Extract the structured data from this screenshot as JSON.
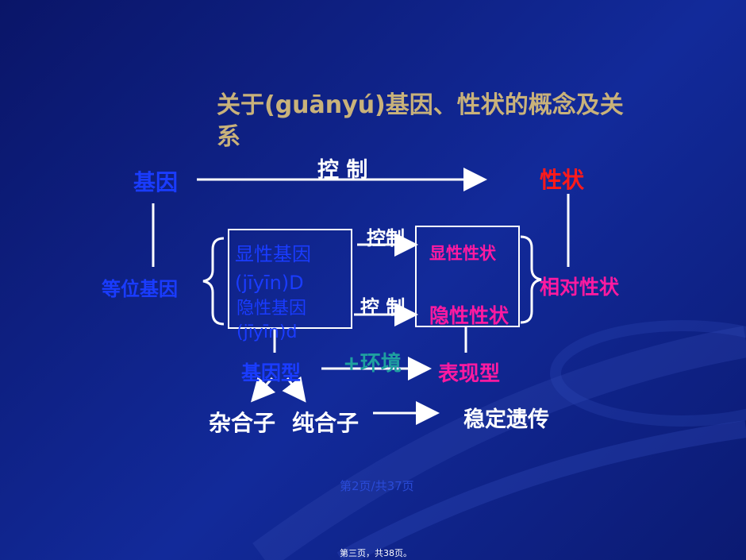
{
  "slide": {
    "title": "关于(guānyú)基因、性状的概念及关系",
    "colors": {
      "background": "#0f2590",
      "title": "#c9b27a",
      "blue_text": "#1a3cff",
      "red_text": "#ff1a1a",
      "magenta_text": "#ff1aa0",
      "white_text": "#ffffff",
      "teal_text": "#1fa0a0"
    },
    "diagram": {
      "gene": "基因",
      "control_top": "控 制",
      "trait": "性状",
      "allele": "等位基因",
      "dominant_gene": "显性基因(jīyīn)D",
      "recessive_gene": "隐性基因(jīyīn)d",
      "control_1": "控制",
      "control_2": "控 制",
      "dominant_trait": "显性性状",
      "recessive_trait": "隐性性状",
      "relative_traits": "相对性状",
      "genotype": "基因型",
      "environment": "+环境",
      "phenotype": "表现型",
      "heterozygote": "杂合子",
      "homozygote": "纯合子",
      "stable_inheritance": "稳定遗传"
    },
    "footer": {
      "page_indicator": "第2页/共37页",
      "bottom_note": "第三页，共38页。"
    }
  }
}
